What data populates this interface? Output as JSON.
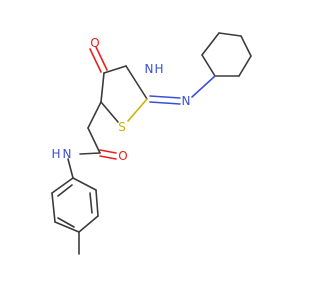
{
  "molecule": {
    "atoms": {
      "o_ring": "O",
      "o_amide": "O",
      "n_imine": "N",
      "nh_ring": "N",
      "h_ring": "H",
      "nh_amide": "N",
      "h_amide": "H",
      "s_ring": "S"
    }
  },
  "colors": {
    "bond": "#3a3a3a",
    "oxygen": "#e8211e",
    "nitrogen": "#3b4fd6",
    "sulfur": "#c8b400",
    "background": "#ffffff"
  }
}
